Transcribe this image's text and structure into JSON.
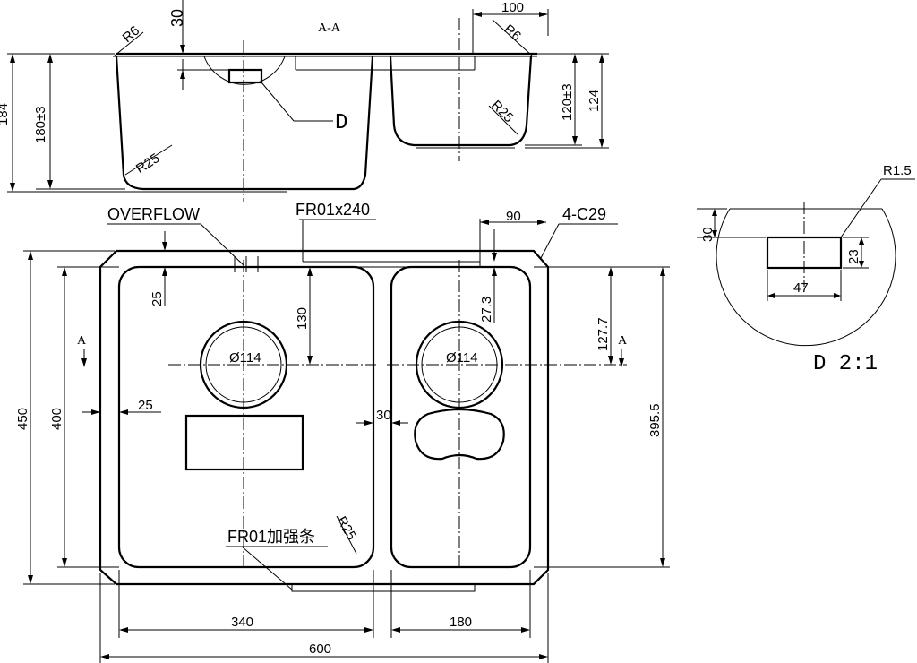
{
  "section": {
    "title": "A-A",
    "dims": {
      "r6_left": "R6",
      "r6_right": "R6",
      "w30": "30",
      "w100": "100",
      "r25_left": "R25",
      "r25_right": "R25",
      "h184": "184",
      "h180": "180±3",
      "h120": "120±3",
      "h124": "124",
      "detail_ref": "D"
    }
  },
  "plan": {
    "labels": {
      "overflow": "OVERFLOW",
      "fr01x240": "FR01x240",
      "c29": "4-C29",
      "fr01_rib": "FR01加强条",
      "section_a_left": "A",
      "section_a_right": "A"
    },
    "dims": {
      "d90": "90",
      "d25_top": "25",
      "d130": "130",
      "d27_3": "27.3",
      "d127_7": "127.7",
      "dia_left": "Ø114",
      "dia_right": "Ø114",
      "d25_left": "25",
      "d30": "30",
      "d450": "450",
      "d400": "400",
      "d395_5": "395.5",
      "r25": "R25",
      "d340": "340",
      "d180": "180",
      "d600": "600"
    }
  },
  "detail": {
    "title": "D 2:1",
    "dims": {
      "r1_5": "R1.5",
      "d30": "30",
      "d23": "23",
      "d47": "47"
    }
  }
}
